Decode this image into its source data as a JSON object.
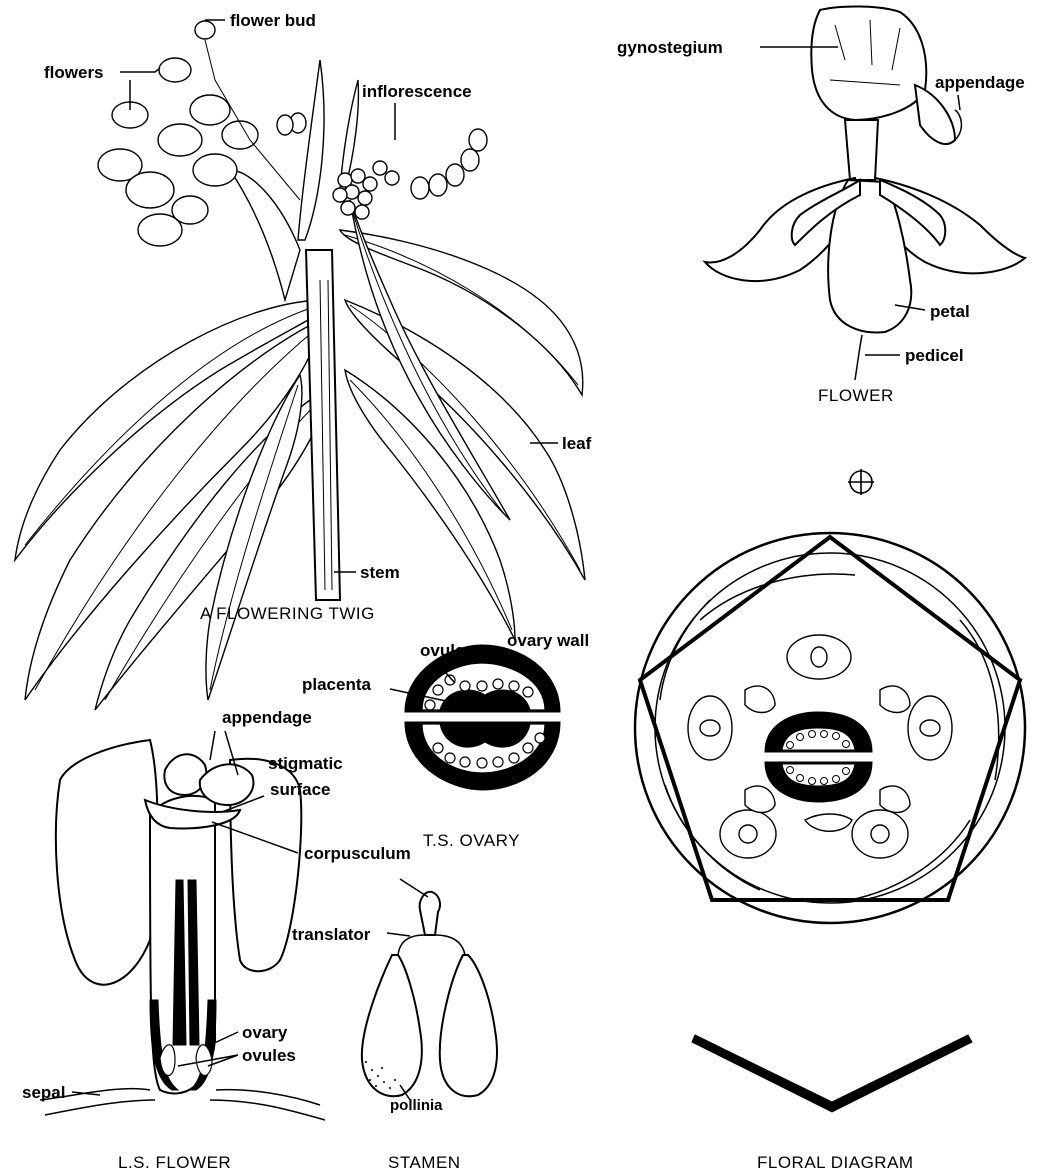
{
  "twig": {
    "caption": "A FLOWERING TWIG",
    "labels": {
      "flower_bud": "flower bud",
      "flowers": "flowers",
      "inflorescence": "inflorescence",
      "leaf": "leaf",
      "stem": "stem"
    }
  },
  "flower": {
    "caption": "FLOWER",
    "labels": {
      "gynostegium": "gynostegium",
      "appendage": "appendage",
      "petal": "petal",
      "pedicel": "pedicel"
    }
  },
  "ts_ovary": {
    "caption": "T.S. OVARY",
    "labels": {
      "ovules": "ovules",
      "ovary_wall": "ovary  wall",
      "placenta": "placenta"
    }
  },
  "ls_flower": {
    "caption": "L.S.  FLOWER",
    "labels": {
      "appendage": "appendage",
      "stigmatic": "stigmatic",
      "surface": "surface",
      "corpusculum": "corpusculum",
      "ovary": "ovary",
      "ovules": "ovules",
      "sepal": "sepal"
    }
  },
  "stamen": {
    "caption": "STAMEN",
    "labels": {
      "translator": "translator",
      "pollinia": "pollinia"
    }
  },
  "floral_diagram": {
    "caption": "FLORAL DIAGRAM",
    "symbol": "⊕"
  }
}
